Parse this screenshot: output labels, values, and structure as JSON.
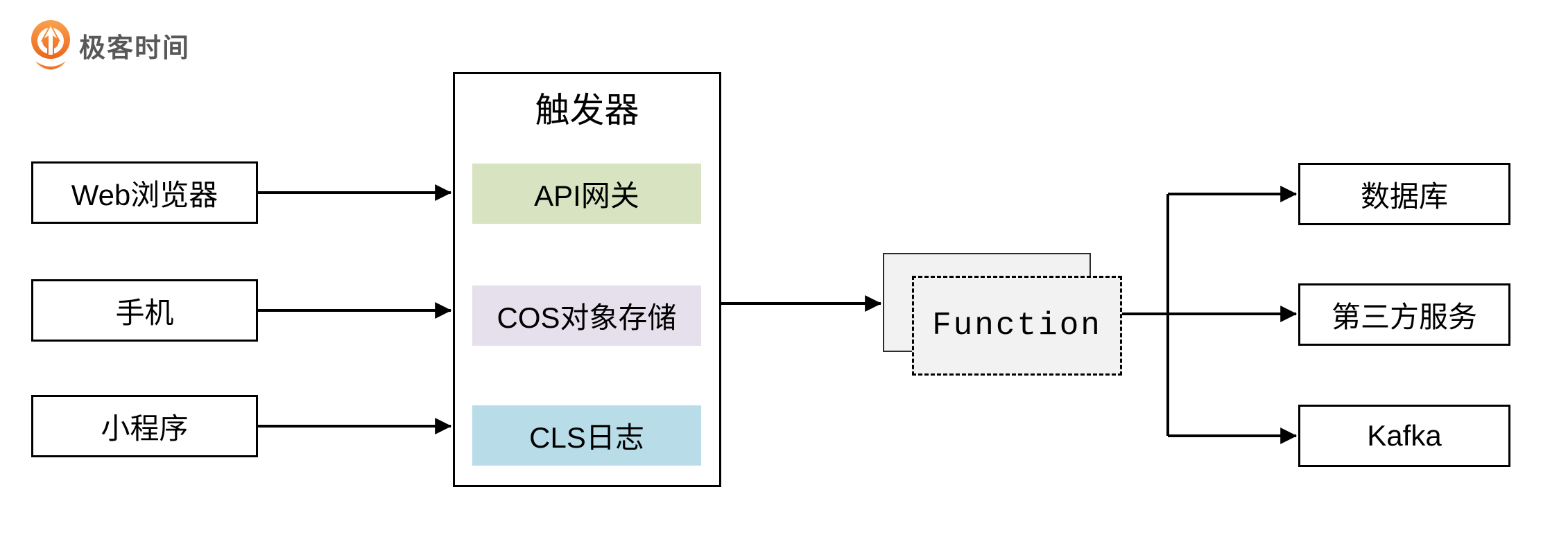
{
  "brand": {
    "name": "极客时间",
    "accent_color": "#f26c1b",
    "text_color": "#595757"
  },
  "sources": [
    {
      "label": "Web浏览器"
    },
    {
      "label": "手机"
    },
    {
      "label": "小程序"
    }
  ],
  "trigger": {
    "title": "触发器",
    "items": [
      {
        "label": "API网关",
        "color": "#d8e4c1"
      },
      {
        "label": "COS对象存储",
        "color": "#e6dfec"
      },
      {
        "label": "CLS日志",
        "color": "#b8dde8"
      }
    ]
  },
  "function_node": {
    "label": "Function",
    "fill": "#f2f2f2"
  },
  "targets": [
    {
      "label": "数据库"
    },
    {
      "label": "第三方服务"
    },
    {
      "label": "Kafka"
    }
  ]
}
